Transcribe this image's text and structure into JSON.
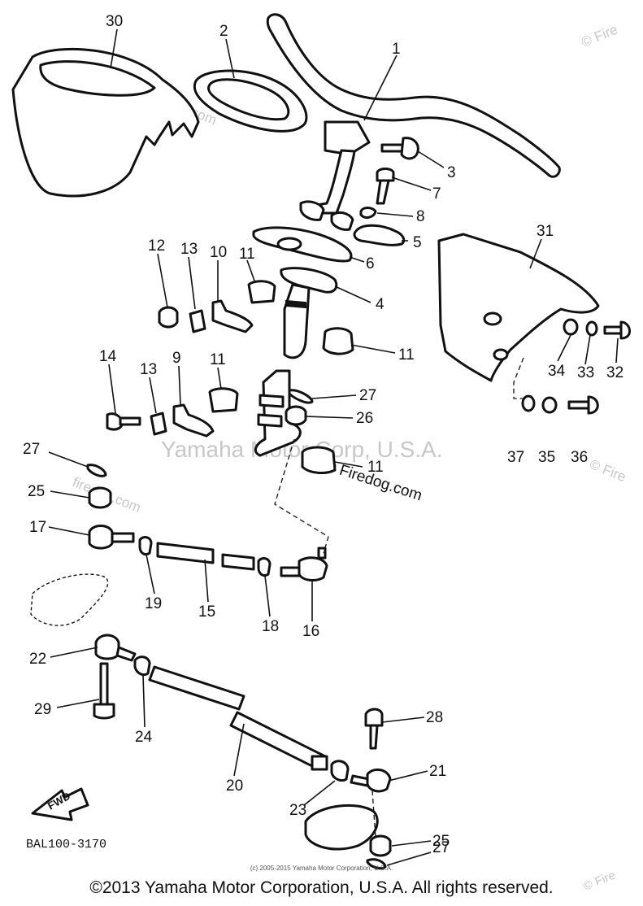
{
  "callouts": [
    {
      "id": "c30",
      "label": "30"
    },
    {
      "id": "c2",
      "label": "2"
    },
    {
      "id": "c1",
      "label": "1"
    },
    {
      "id": "c3",
      "label": "3"
    },
    {
      "id": "c7",
      "label": "7"
    },
    {
      "id": "c8",
      "label": "8"
    },
    {
      "id": "c5",
      "label": "5"
    },
    {
      "id": "c6",
      "label": "6"
    },
    {
      "id": "c31",
      "label": "31"
    },
    {
      "id": "c12",
      "label": "12"
    },
    {
      "id": "c13a",
      "label": "13"
    },
    {
      "id": "c10",
      "label": "10"
    },
    {
      "id": "c11a",
      "label": "11"
    },
    {
      "id": "c4",
      "label": "4"
    },
    {
      "id": "c11b",
      "label": "11"
    },
    {
      "id": "c34",
      "label": "34"
    },
    {
      "id": "c33",
      "label": "33"
    },
    {
      "id": "c32",
      "label": "32"
    },
    {
      "id": "c14",
      "label": "14"
    },
    {
      "id": "c13b",
      "label": "13"
    },
    {
      "id": "c9",
      "label": "9"
    },
    {
      "id": "c11c",
      "label": "11"
    },
    {
      "id": "c27a",
      "label": "27"
    },
    {
      "id": "c26",
      "label": "26"
    },
    {
      "id": "c37",
      "label": "37"
    },
    {
      "id": "c35",
      "label": "35"
    },
    {
      "id": "c36",
      "label": "36"
    },
    {
      "id": "c27b",
      "label": "27"
    },
    {
      "id": "c11d",
      "label": "11"
    },
    {
      "id": "c25a",
      "label": "25"
    },
    {
      "id": "c17",
      "label": "17"
    },
    {
      "id": "c19",
      "label": "19"
    },
    {
      "id": "c15",
      "label": "15"
    },
    {
      "id": "c18",
      "label": "18"
    },
    {
      "id": "c16",
      "label": "16"
    },
    {
      "id": "c22",
      "label": "22"
    },
    {
      "id": "c29",
      "label": "29"
    },
    {
      "id": "c24",
      "label": "24"
    },
    {
      "id": "c28",
      "label": "28"
    },
    {
      "id": "c20",
      "label": "20"
    },
    {
      "id": "c21",
      "label": "21"
    },
    {
      "id": "c23",
      "label": "23"
    },
    {
      "id": "c25b",
      "label": "25"
    },
    {
      "id": "c27c",
      "label": "27"
    }
  ],
  "fwd_label": "FWD",
  "diagram_code": "BAL100-3170",
  "watermark_main": "Yamaha Motor Corp, U.S.A.",
  "watermark_site": "Firedog.com",
  "watermark_site_lower": "firedog.com",
  "watermark_site_alt": "© Firedog.com",
  "watermark_edge": "© Fire",
  "small_copyright": "(c) 2005-2015 Yamaha Motor Corporation, U.S.A.",
  "copyright": "©2013 Yamaha Motor Corporation, U.S.A. All rights reserved."
}
